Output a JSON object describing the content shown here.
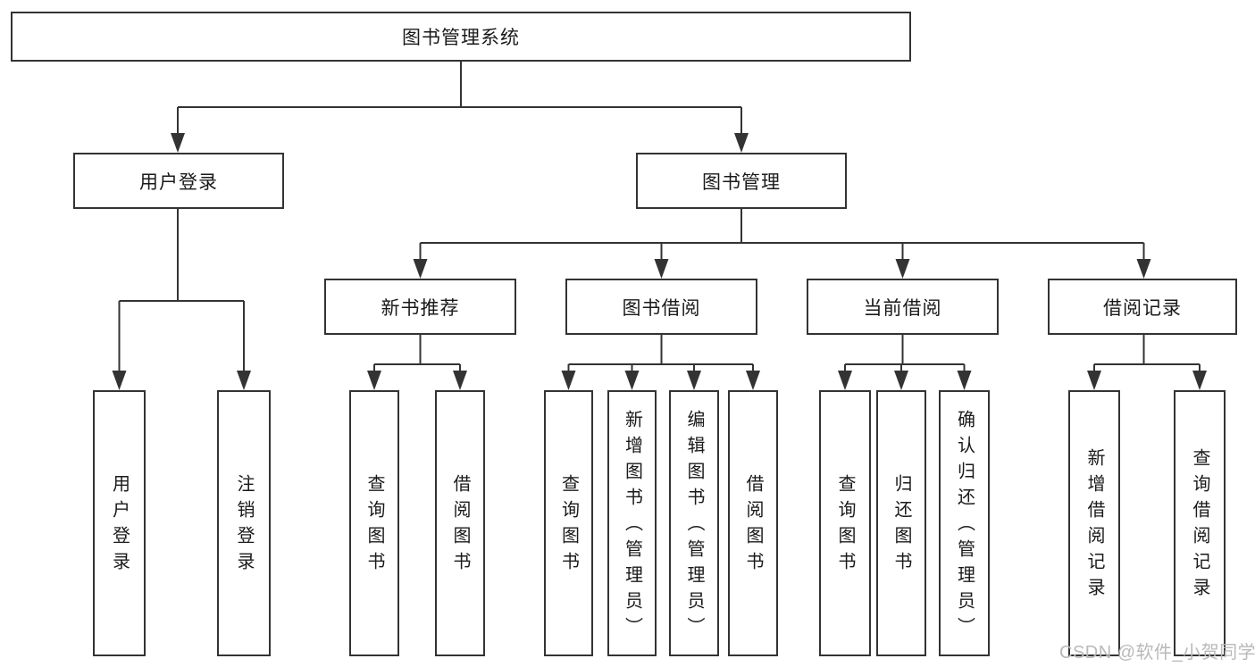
{
  "tree": {
    "root": {
      "label": "图书管理系统"
    },
    "level2": [
      {
        "label": "用户登录"
      },
      {
        "label": "图书管理"
      }
    ],
    "level3": [
      {
        "label": "新书推荐"
      },
      {
        "label": "图书借阅"
      },
      {
        "label": "当前借阅"
      },
      {
        "label": "借阅记录"
      }
    ],
    "leaves": {
      "user_login": [
        {
          "label": "用户登录"
        },
        {
          "label": "注销登录"
        }
      ],
      "new_book": [
        {
          "label": "查询图书"
        },
        {
          "label": "借阅图书"
        }
      ],
      "book_borrow": [
        {
          "label": "查询图书"
        },
        {
          "label": "新增图书（管理员）"
        },
        {
          "label": "编辑图书（管理员）"
        },
        {
          "label": "借阅图书"
        }
      ],
      "current_borrow": [
        {
          "label": "查询图书"
        },
        {
          "label": "归还图书"
        },
        {
          "label": "确认归还（管理员）"
        }
      ],
      "borrow_records": [
        {
          "label": "新增借阅记录"
        },
        {
          "label": "查询借阅记录"
        }
      ]
    }
  },
  "watermark": {
    "text": "CSDN @软件_小贺同学"
  },
  "colors": {
    "line": "#333333",
    "border": "#333333",
    "text": "#1a1a1a",
    "watermark": "#b9b9b9",
    "background": "#ffffff"
  }
}
